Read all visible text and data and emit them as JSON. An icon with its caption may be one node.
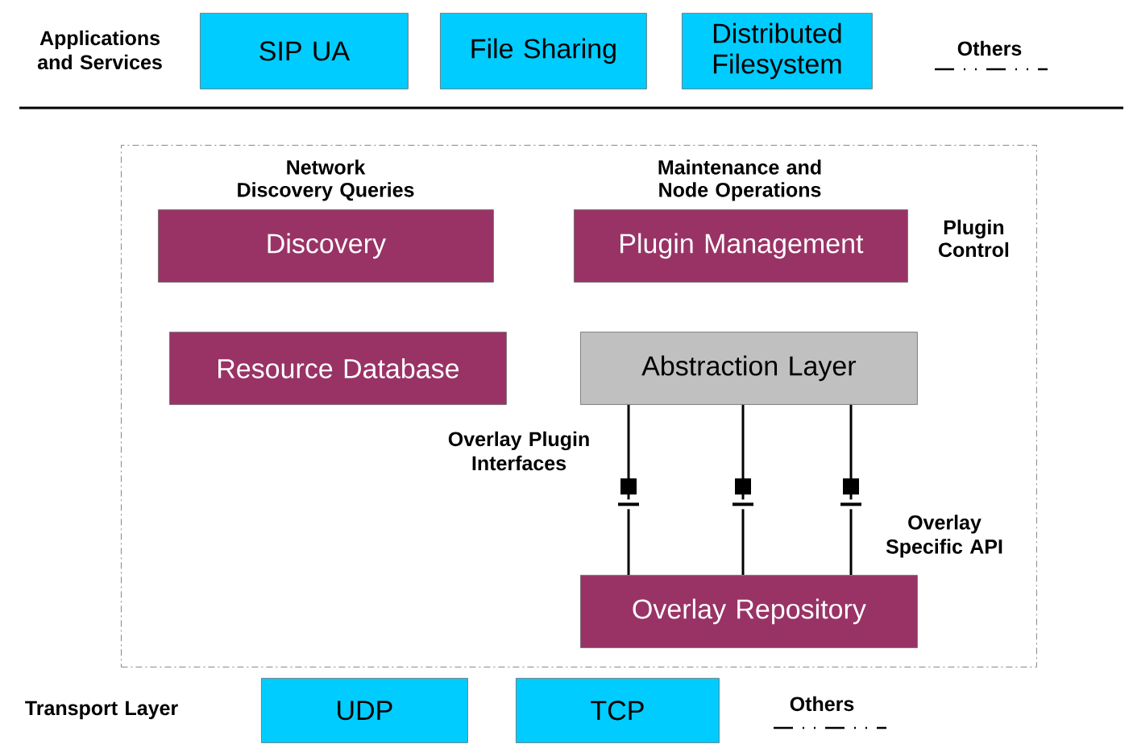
{
  "diagram": {
    "nodes": [
      {
        "text": [
          "SIP UA"
        ]
      },
      {
        "text": [
          "File Sharing"
        ]
      },
      {
        "text": [
          "Distributed Filesystem"
        ]
      },
      {
        "text": [],
        "shape": "box"
      },
      {
        "text": [
          "Network Discovery Queries",
          "Discovery"
        ],
        "in": 3
      },
      {
        "text": [
          "Maintenance and Node Operations",
          "Plugin Management"
        ],
        "beside": [
          "Plugin Control"
        ],
        "in": 3
      },
      {
        "text": [
          "Resource Database"
        ],
        "in": 3
      },
      {
        "text": [
          "Abstraction Layer"
        ],
        "in": 3
      },
      {
        "text": [
          "Overlay Repository"
        ],
        "in": 3
      },
      {
        "text": [
          "UDP"
        ]
      },
      {
        "text": [
          "TCP"
        ]
      }
    ],
    "edges": [
      {
        "from": 7,
        "to": 8,
        "arrow": "none"
      },
      {
        "from": 7,
        "to": 8,
        "arrow": "none"
      },
      {
        "from": 7,
        "to": 8,
        "arrow": "none"
      }
    ],
    "labels": [
      "Applications and Services",
      "Others",
      "Overlay Plugin Interfaces",
      "Overlay Specific API",
      "Transport Layer",
      "Others"
    ]
  }
}
